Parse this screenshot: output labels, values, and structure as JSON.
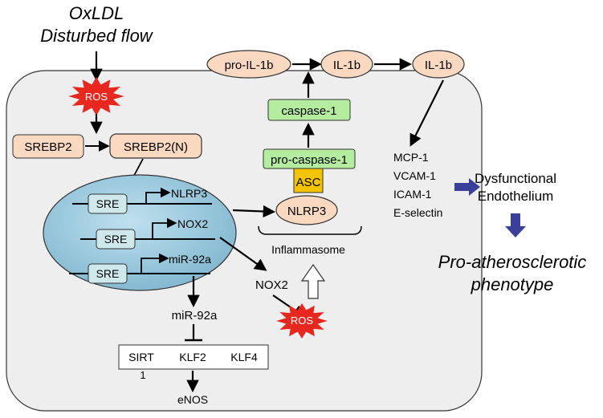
{
  "inputs": {
    "line1": "OxLDL",
    "line2": "Disturbed flow"
  },
  "ros_top": "ROS",
  "ros_bottom": "ROS",
  "srebp2": "SREBP2",
  "srebp2n": "SREBP2(N)",
  "sre": [
    "SRE",
    "SRE",
    "SRE"
  ],
  "genes": {
    "nlrp3": "NLRP3",
    "nox2": "NOX2",
    "mir92a": "miR-92a"
  },
  "nox2_out": "NOX2",
  "mir92a_out": "miR-92a",
  "targets": {
    "sirt_a": "SIRT",
    "sirt_b": "1",
    "klf2": "KLF2",
    "klf4": "KLF4"
  },
  "enos": "eNOS",
  "inflammasome": {
    "label": "Inflammasome",
    "nlrp3": "NLRP3",
    "asc": "ASC",
    "pro_caspase": "pro-caspase-1",
    "caspase": "caspase-1"
  },
  "cytokines": {
    "pro_il1b": "pro-IL-1b",
    "il1b_a": "IL-1b",
    "il1b_b": "IL-1b"
  },
  "adhesion": [
    "MCP-1",
    "VCAM-1",
    "ICAM-1",
    "E-selectin"
  ],
  "dysfunction": {
    "line1": "Dysfunctional",
    "line2": "Endothelium"
  },
  "phenotype": {
    "line1": "Pro-atherosclerotic",
    "line2": "phenotype"
  },
  "colors": {
    "cell": "#eeeeee",
    "nucleus": "#9cc8dc",
    "srebp": "#fbd8c0",
    "sre": "#cfe8ec",
    "caspase": "#b4eca0",
    "asc": "#f5c400",
    "ros": "#e8281e",
    "blue_arrow": "#3a3f9a"
  }
}
